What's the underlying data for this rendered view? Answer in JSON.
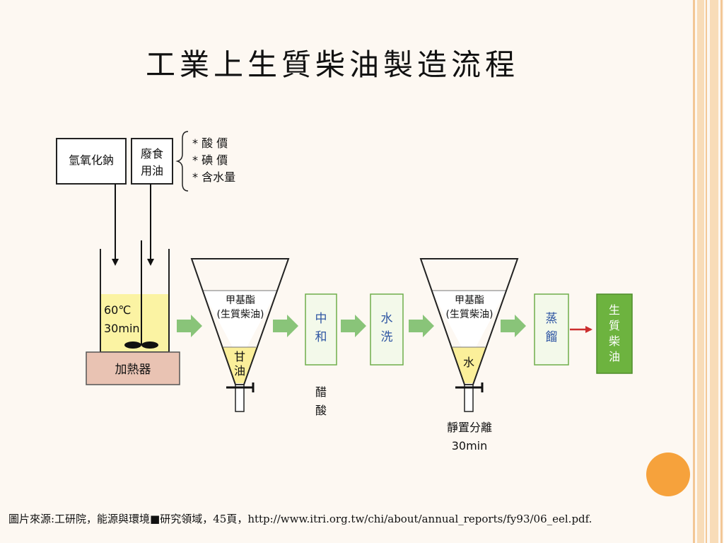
{
  "title": "工業上生質柴油製造流程",
  "diagram": {
    "naoh": "氫氧化鈉",
    "waste_oil": [
      "廢食",
      "用油"
    ],
    "oil_notes": [
      "* 酸 價",
      "* 碘 價",
      "* 含水量"
    ],
    "reactor_temp": "60℃",
    "reactor_time": "30min",
    "heater": "加熱器",
    "funnel1_top": [
      "甲基酯",
      "(生質柴油)"
    ],
    "funnel1_bottom": [
      "甘",
      "油"
    ],
    "neutralize": [
      "中",
      "和"
    ],
    "acetic_acid": [
      "醋",
      "酸"
    ],
    "wash": [
      "水",
      "洗"
    ],
    "funnel2_top": [
      "甲基酯",
      "(生質柴油)"
    ],
    "funnel2_bottom": "水",
    "settle": [
      "靜置分離",
      "30min"
    ],
    "distill": [
      "蒸",
      "餾"
    ],
    "product": [
      "生",
      "質",
      "柴",
      "油"
    ]
  },
  "caption": "圖片來源:工研院，能源與環境■研究領域，45頁，http://www.itri.org.tw/chi/about/annual_reports/fy93/06_eel.pdf.",
  "colors": {
    "background": "#fdf8f2",
    "stripe_outer": "#f3c796",
    "stripe_inner": "#f8dcb8",
    "liquid_yellow": "#fbf3a3",
    "glycerin_yellow": "#fbef9a",
    "heater_fill": "#e9c3b3",
    "box_fill": "#f3f9ea",
    "box_border": "#6fae4a",
    "box_text": "#2f56a3",
    "flow_arrow": "#89c479",
    "red_arrow": "#cc2e2e",
    "product_fill": "#6db33f",
    "orange_dot": "#f6a23c"
  },
  "icons": [
    "brace-icon",
    "flow-arrow-icon",
    "red-arrow-icon",
    "stirrer-icon",
    "valve-icon"
  ]
}
